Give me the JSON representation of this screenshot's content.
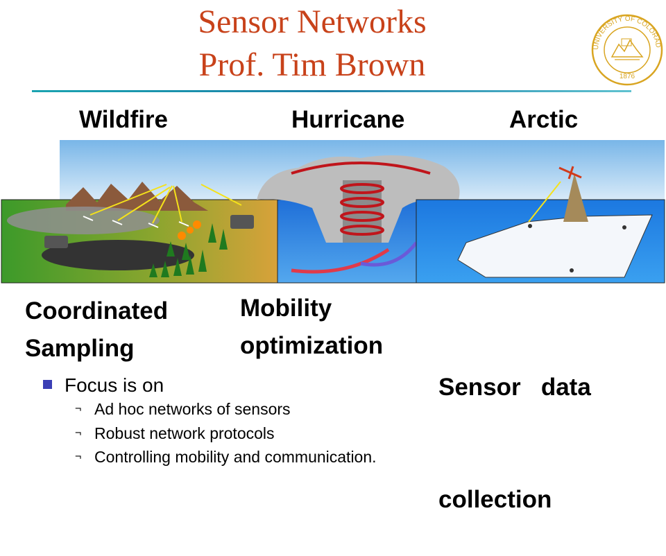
{
  "title": {
    "line1": "Sensor Networks",
    "line2": "Prof. Tim Brown"
  },
  "seal": {
    "text": "UNIVERSITY OF COLORADO",
    "year": "1876"
  },
  "sections": [
    {
      "heading": "Wildfire",
      "caption_l1": "Coordinated",
      "caption_l2": "Sampling"
    },
    {
      "heading": "Hurricane",
      "caption_l1": "Mobility",
      "caption_l2": "optimization"
    },
    {
      "heading": "Arctic",
      "caption_l1": "Sensor   data",
      "caption_l2": "collection"
    }
  ],
  "bullets": {
    "main": "Focus is on",
    "marker_sub": "¬",
    "subs": [
      "Ad hoc networks of sensors",
      "Robust network protocols",
      "Controlling mobility and communication."
    ]
  },
  "colors": {
    "title": "#c8421a",
    "rule": "#1b7fa8",
    "bullet": "#3b3fb5",
    "seal": "#d9a521"
  }
}
